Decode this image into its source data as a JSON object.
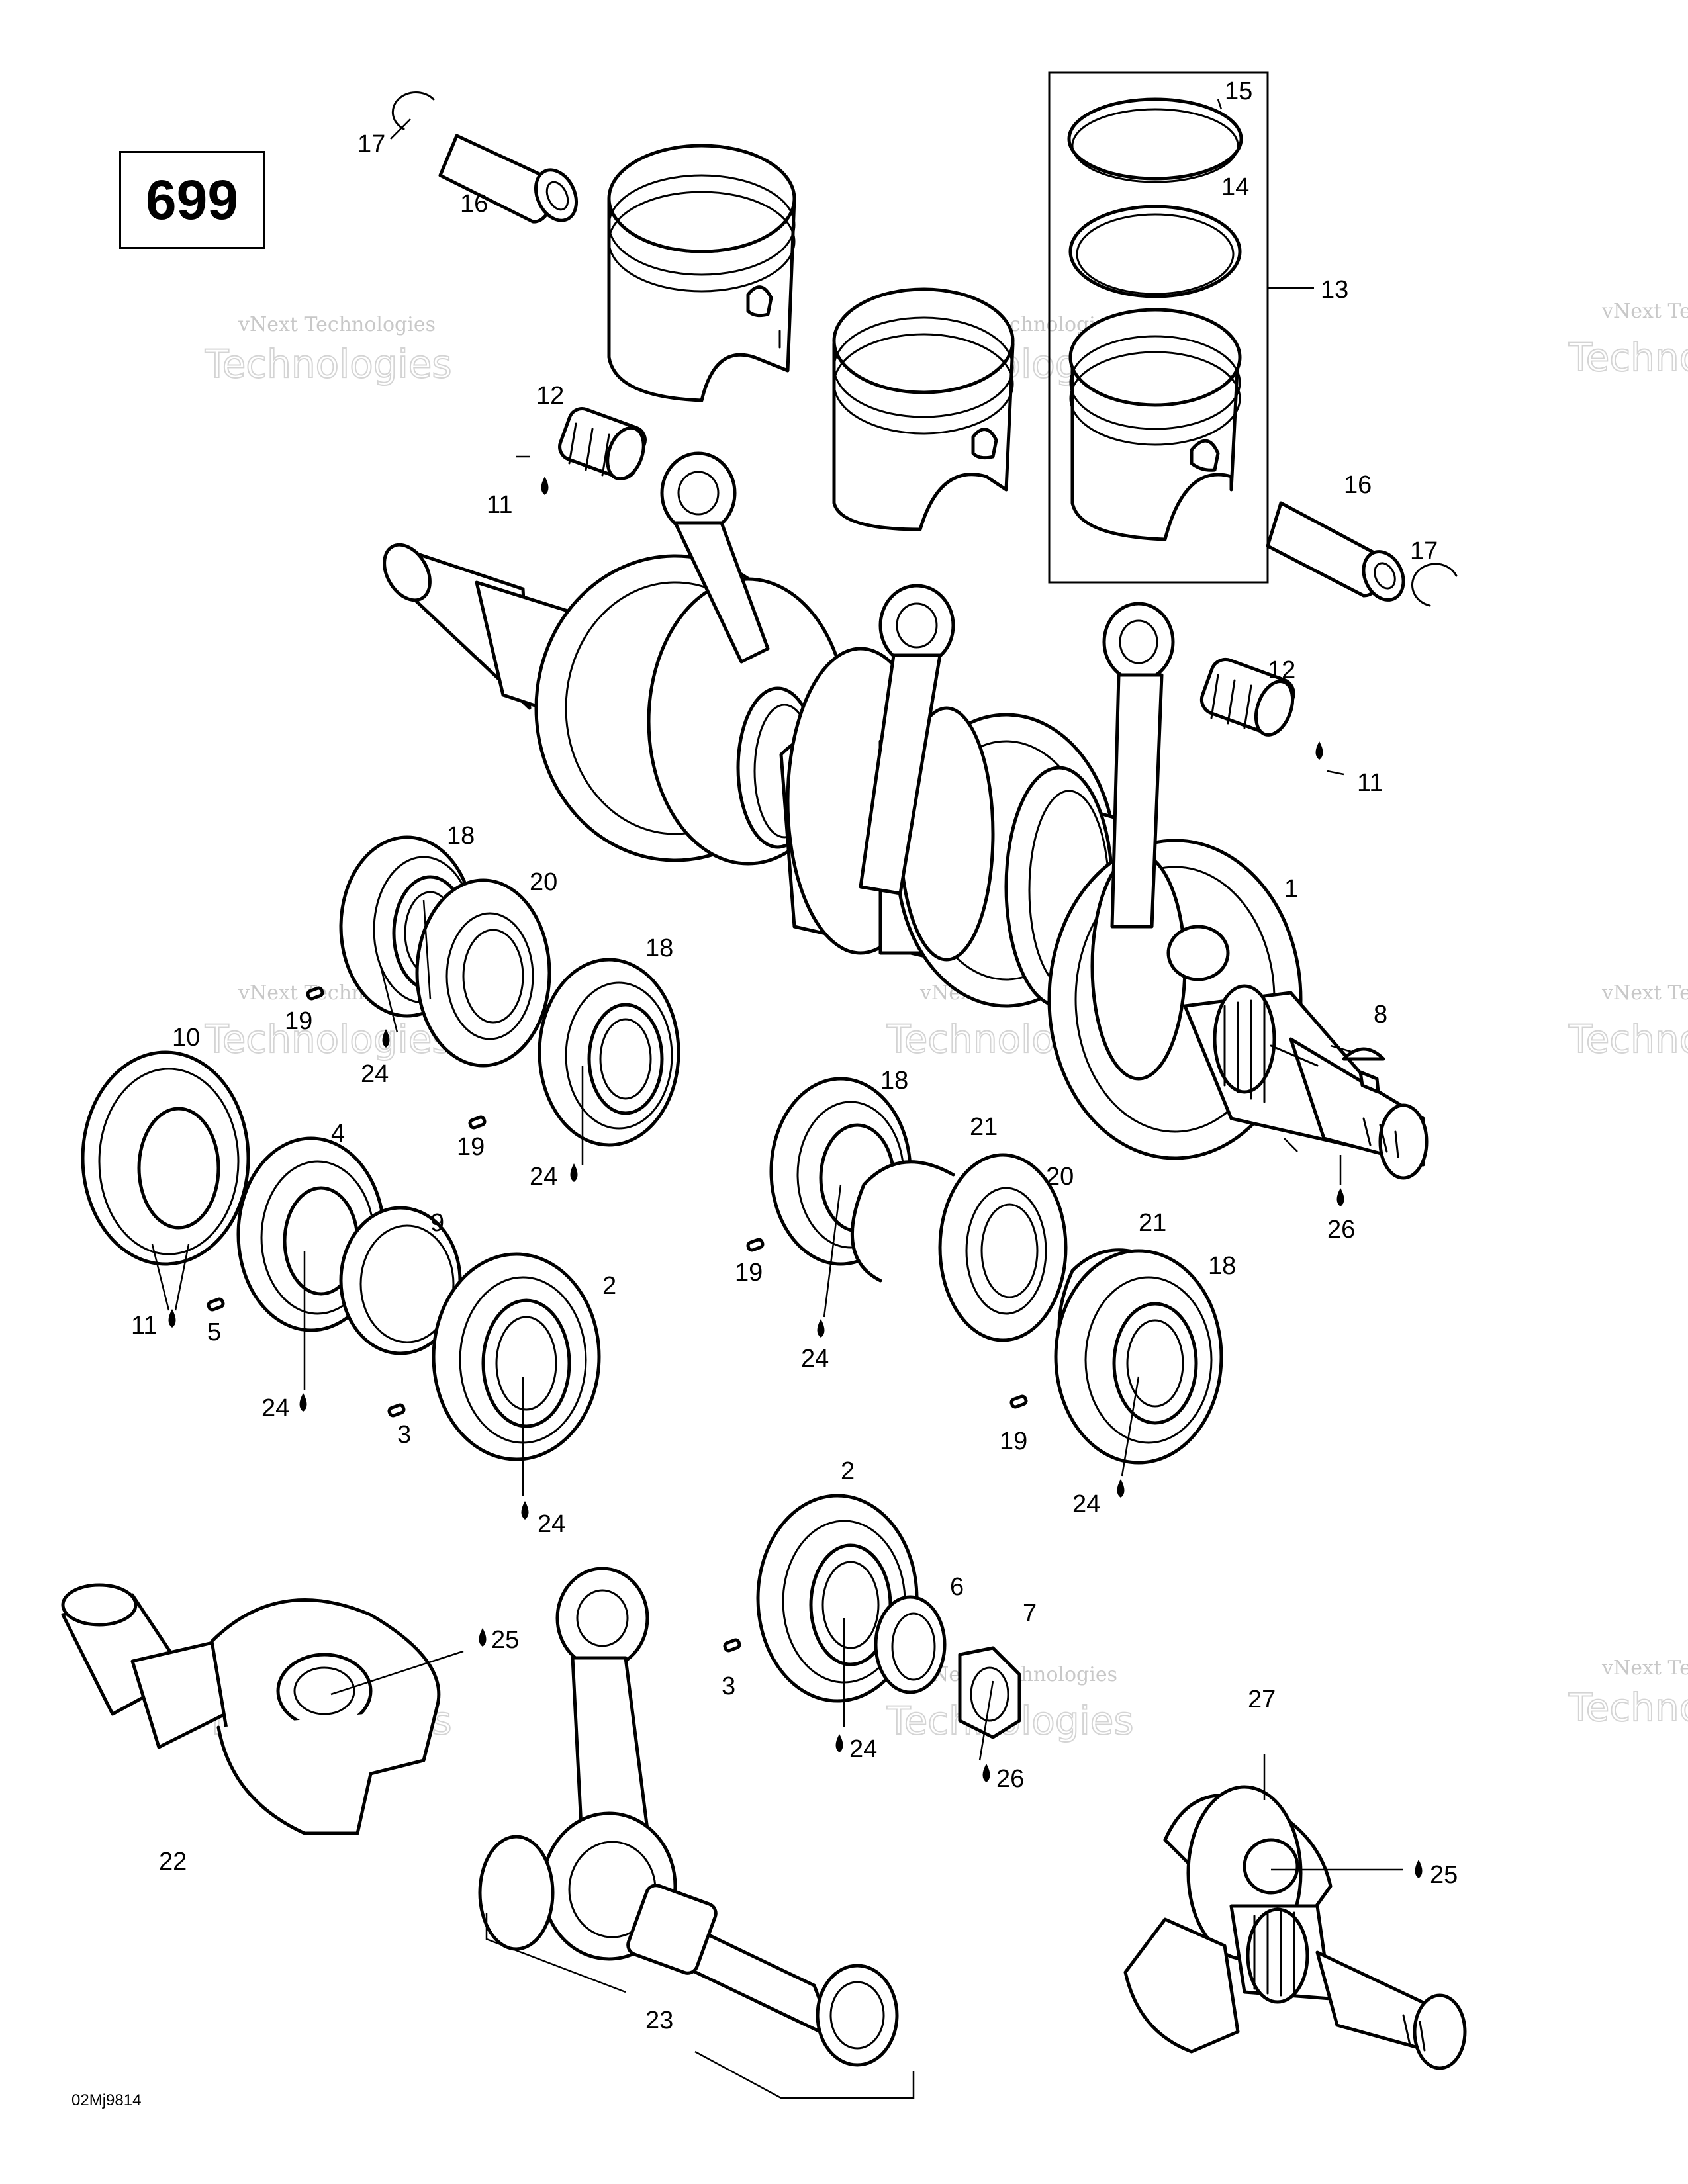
{
  "page_number": "699",
  "drawing_code": "02Mj9814",
  "watermark": {
    "line1": "vNext Technologies",
    "line2": "Technologies",
    "line3": "vNext"
  },
  "callouts": [
    {
      "id": "c17a",
      "text": "17"
    },
    {
      "id": "c16a",
      "text": "16"
    },
    {
      "id": "c15",
      "text": "15"
    },
    {
      "id": "c14",
      "text": "14"
    },
    {
      "id": "c13",
      "text": "13"
    },
    {
      "id": "c12a",
      "text": "12"
    },
    {
      "id": "c11a",
      "text": "11"
    },
    {
      "id": "c16b",
      "text": "16"
    },
    {
      "id": "c17b",
      "text": "17"
    },
    {
      "id": "c12b",
      "text": "12"
    },
    {
      "id": "c11b",
      "text": "11"
    },
    {
      "id": "c18a",
      "text": "18"
    },
    {
      "id": "c20a",
      "text": "20"
    },
    {
      "id": "c18b",
      "text": "18"
    },
    {
      "id": "c1",
      "text": "1"
    },
    {
      "id": "c8",
      "text": "8"
    },
    {
      "id": "c19a",
      "text": "19"
    },
    {
      "id": "c24a",
      "text": "24"
    },
    {
      "id": "c10",
      "text": "10"
    },
    {
      "id": "c19b",
      "text": "19"
    },
    {
      "id": "c24b",
      "text": "24"
    },
    {
      "id": "c4",
      "text": "4"
    },
    {
      "id": "c18c",
      "text": "18"
    },
    {
      "id": "c21a",
      "text": "21"
    },
    {
      "id": "c20b",
      "text": "20"
    },
    {
      "id": "c26a",
      "text": "26"
    },
    {
      "id": "c9",
      "text": "9"
    },
    {
      "id": "c21b",
      "text": "21"
    },
    {
      "id": "c18d",
      "text": "18"
    },
    {
      "id": "c2a",
      "text": "2"
    },
    {
      "id": "c11c",
      "text": "11"
    },
    {
      "id": "c5",
      "text": "5"
    },
    {
      "id": "c19c",
      "text": "19"
    },
    {
      "id": "c24c",
      "text": "24"
    },
    {
      "id": "c24d",
      "text": "24"
    },
    {
      "id": "c3a",
      "text": "3"
    },
    {
      "id": "c19d",
      "text": "19"
    },
    {
      "id": "c24e",
      "text": "24"
    },
    {
      "id": "c24f",
      "text": "24"
    },
    {
      "id": "c2b",
      "text": "2"
    },
    {
      "id": "c6",
      "text": "6"
    },
    {
      "id": "c7",
      "text": "7"
    },
    {
      "id": "c25a",
      "text": "25"
    },
    {
      "id": "c3b",
      "text": "3"
    },
    {
      "id": "c24g",
      "text": "24"
    },
    {
      "id": "c26b",
      "text": "26"
    },
    {
      "id": "c27",
      "text": "27"
    },
    {
      "id": "c22",
      "text": "22"
    },
    {
      "id": "c25b",
      "text": "25"
    },
    {
      "id": "c23",
      "text": "23"
    }
  ]
}
